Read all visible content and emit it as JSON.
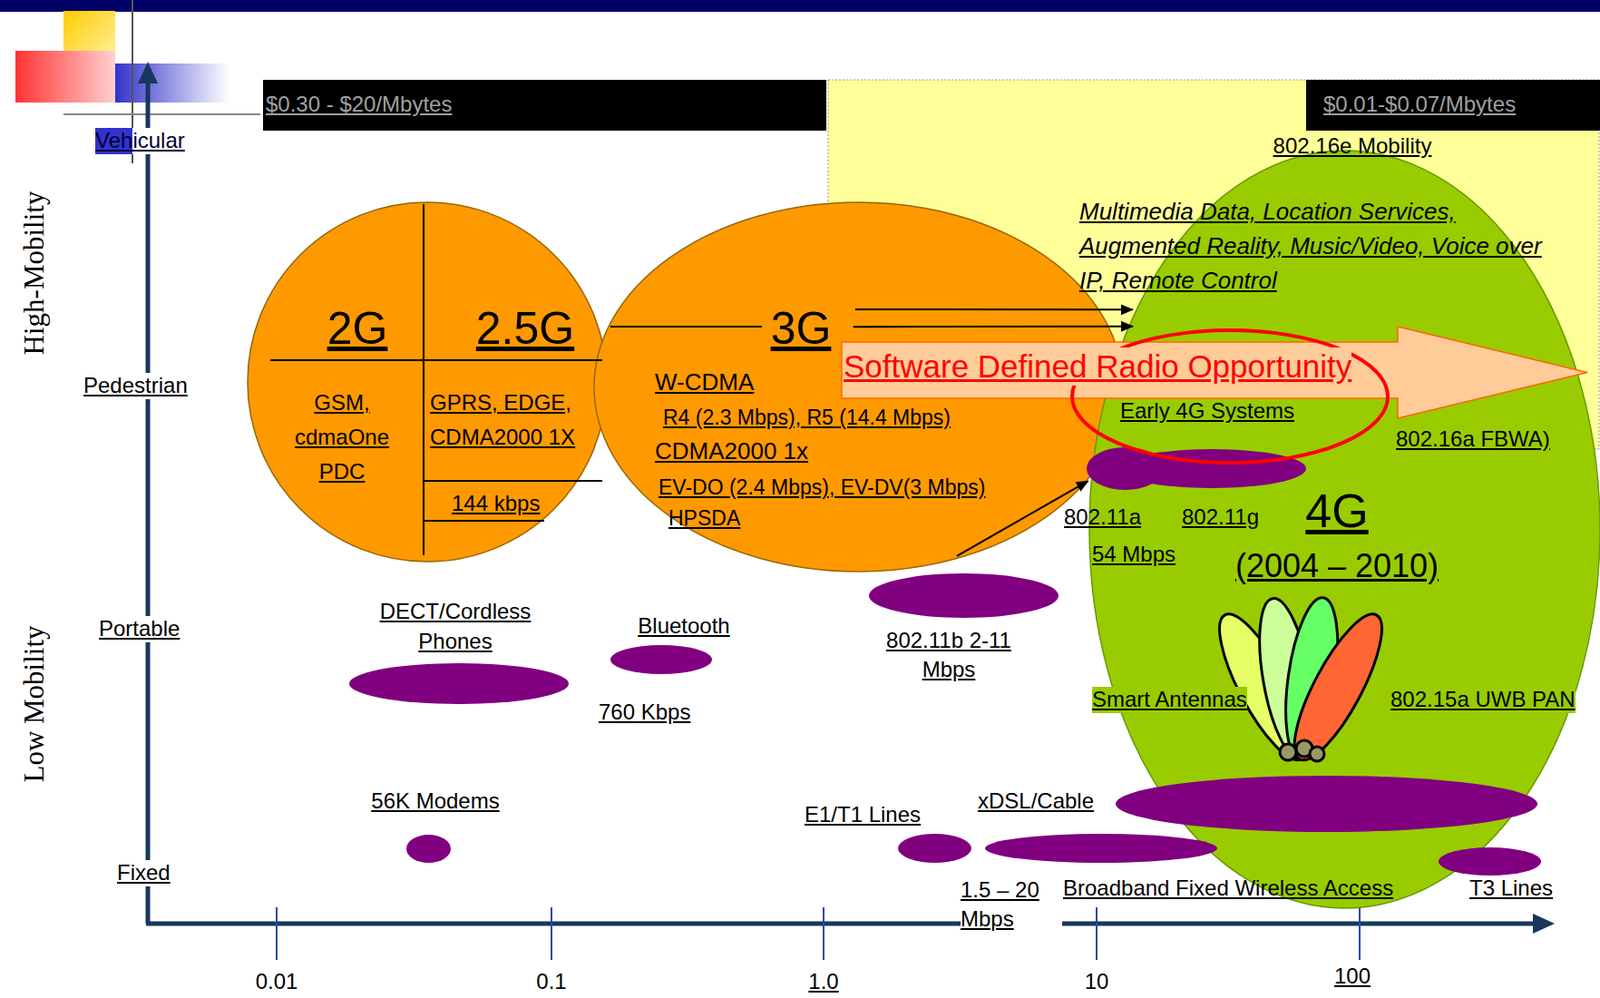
{
  "diagram": {
    "nodes": [
      {
        "text": [
          "$0.30 - $20/Mbytes"
        ]
      },
      {
        "text": [
          "$0.01-$0.07/Mbytes"
        ]
      },
      {
        "text": [
          "2G",
          "2.5G",
          "GSM, cdmaOne PDC",
          "GPRS, EDGE, CDMA2000 1X",
          "144 kbps"
        ]
      },
      {
        "text": [
          "3G",
          "W-CDMA",
          "R4 (2.3 Mbps), R5 (14.4 Mbps)",
          "CDMA2000 1x",
          "EV-DO (2.4 Mbps), EV-DV(3 Mbps)",
          "HPSDA"
        ]
      },
      {
        "text": [
          "4G",
          "(2004 – 2010)"
        ]
      },
      {
        "text": [
          "Software Defined Radio Opportunity"
        ]
      },
      {
        "text": [
          "802.11a",
          "54 Mbps"
        ]
      },
      {
        "text": [
          "Early 4G Systems",
          "802.11g"
        ]
      },
      {
        "text": [
          "DECT/Cordless Phones"
        ]
      },
      {
        "text": [
          "Bluetooth",
          "760 Kbps"
        ]
      },
      {
        "text": [
          "802.11b 2-11 Mbps"
        ]
      },
      {
        "text": [
          "56K Modems"
        ]
      },
      {
        "text": [
          "E1/T1 Lines"
        ]
      },
      {
        "text": [
          "xDSL/Cable",
          "1.5 – 20 Mbps"
        ]
      },
      {
        "text": [
          "Broadband Fixed Wireless Access"
        ]
      },
      {
        "text": [
          "T3 Lines"
        ]
      }
    ],
    "edges": [
      {
        "from": 3,
        "to": 4,
        "arrow": "to"
      },
      {
        "from": 3,
        "to": 4,
        "arrow": "to"
      },
      {
        "from": 3,
        "to": 6,
        "arrow": "to"
      }
    ],
    "labels": [
      "Vehicular",
      "Pedestrian",
      "Portable",
      "Fixed",
      "High-Mobility",
      "Low Mobility",
      "802.16e Mobility",
      "Multimedia Data, Location Services, Augmented Reality, Music/Video, Voice over IP, Remote Control",
      "802.16a FBWA)",
      "Smart Antennas",
      "802.15a UWB PAN",
      "0.01",
      "0.1",
      "1.0",
      "10",
      "100"
    ]
  }
}
